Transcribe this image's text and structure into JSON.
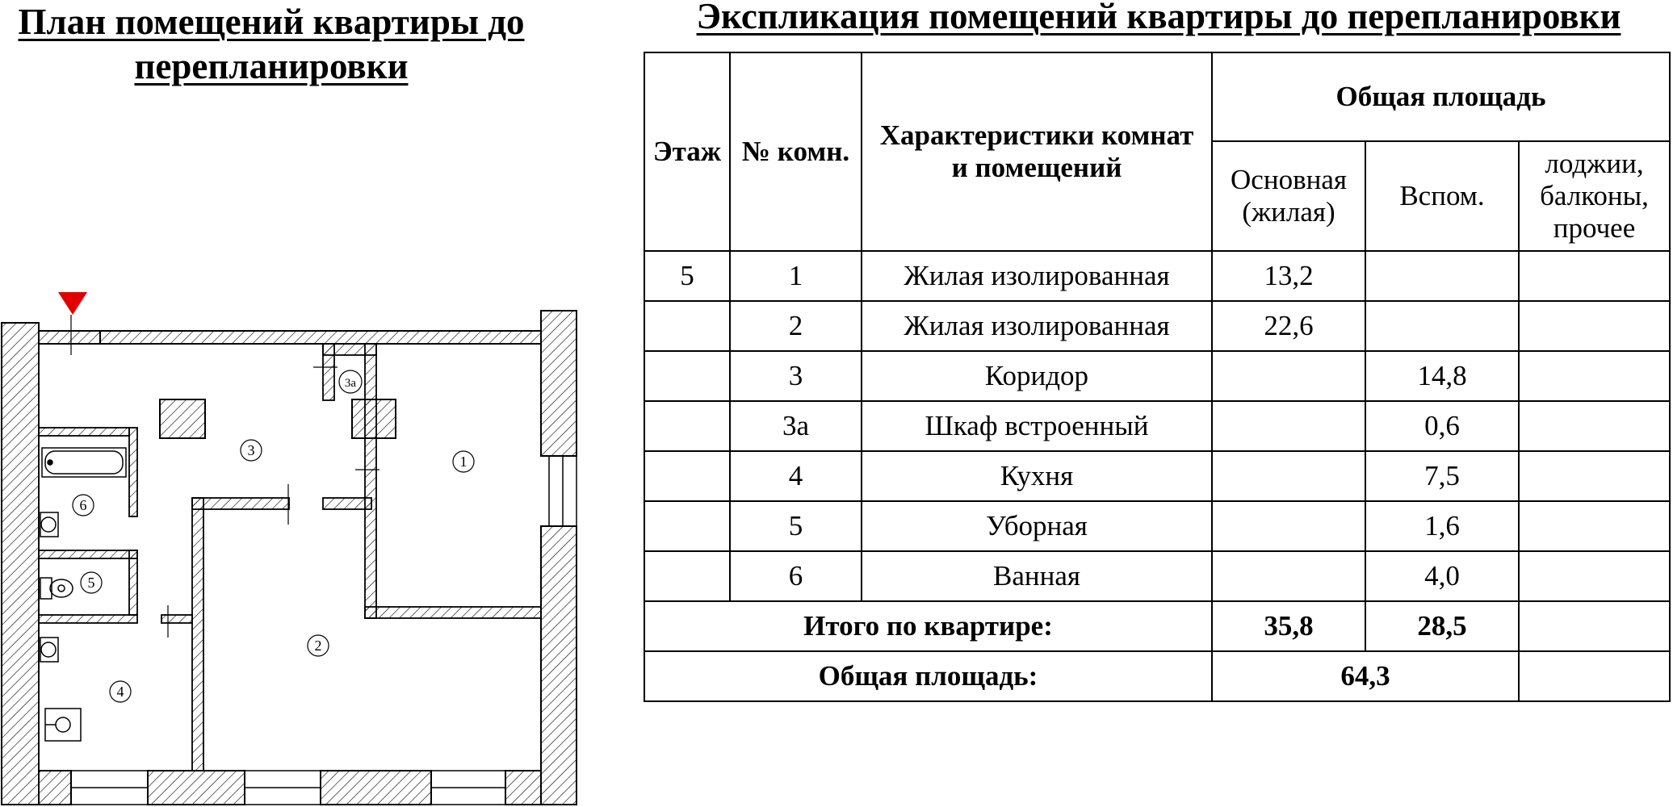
{
  "plan": {
    "title_line1": "План помещений квартиры до",
    "title_line2": "перепланировки",
    "room_labels": [
      "1",
      "2",
      "3",
      "3а",
      "4",
      "5",
      "6"
    ]
  },
  "explication": {
    "title": "Экспликация помещений квартиры до перепланировки",
    "headers": {
      "floor": "Этаж",
      "room_no": "№ комн.",
      "characteristics_line1": "Характеристики комнат",
      "characteristics_line2": "и помещений",
      "total_area": "Общая площадь",
      "main_line1": "Основная",
      "main_line2": "(жилая)",
      "aux": "Вспом.",
      "other_line1": "лоджии,",
      "other_line2": "балконы,",
      "other_line3": "прочее"
    },
    "rows": [
      {
        "floor": "5",
        "no": "1",
        "name": "Жилая изолированная",
        "main": "13,2",
        "aux": "",
        "other": ""
      },
      {
        "floor": "",
        "no": "2",
        "name": "Жилая изолированная",
        "main": "22,6",
        "aux": "",
        "other": ""
      },
      {
        "floor": "",
        "no": "3",
        "name": "Коридор",
        "main": "",
        "aux": "14,8",
        "other": ""
      },
      {
        "floor": "",
        "no": "3а",
        "name": "Шкаф встроенный",
        "main": "",
        "aux": "0,6",
        "other": ""
      },
      {
        "floor": "",
        "no": "4",
        "name": "Кухня",
        "main": "",
        "aux": "7,5",
        "other": ""
      },
      {
        "floor": "",
        "no": "5",
        "name": "Уборная",
        "main": "",
        "aux": "1,6",
        "other": ""
      },
      {
        "floor": "",
        "no": "6",
        "name": "Ванная",
        "main": "",
        "aux": "4,0",
        "other": ""
      }
    ],
    "total_row": {
      "label": "Итого по квартире:",
      "main": "35,8",
      "aux": "28,5",
      "other": ""
    },
    "grand_row": {
      "label": "Общая площадь:",
      "value": "64,3",
      "other": ""
    }
  },
  "colors": {
    "marker": "#e10000",
    "line": "#000000"
  }
}
